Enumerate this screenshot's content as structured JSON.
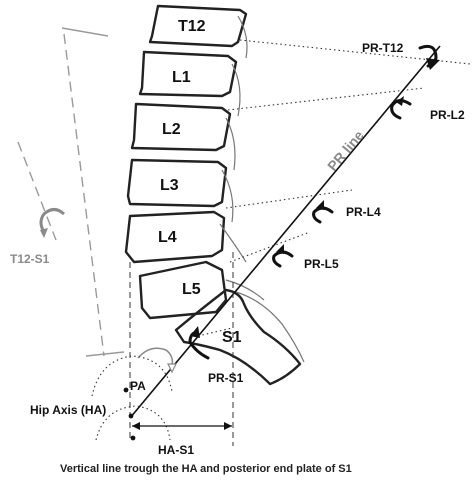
{
  "vertebrae": [
    {
      "label": "T12"
    },
    {
      "label": "L1"
    },
    {
      "label": "L2"
    },
    {
      "label": "L3"
    },
    {
      "label": "L4"
    },
    {
      "label": "L5"
    },
    {
      "label": "S1"
    }
  ],
  "rotation_labels": {
    "pr_t12": "PR-T12",
    "pr_l2": "PR-L2",
    "pr_l4": "PR-L4",
    "pr_l5": "PR-L5",
    "pr_s1": "PR-S1"
  },
  "pr_line_label": "PR line",
  "t12_s1_label": "T12-S1",
  "pa_label": "PA",
  "hip_axis_label": "Hip Axis (HA)",
  "ha_s1_label": "HA-S1",
  "caption": "Vertical line trough the HA and posterior end plate of S1",
  "colors": {
    "ink": "#111111",
    "grey": "#8a8a8a",
    "background": "#ffffff"
  }
}
